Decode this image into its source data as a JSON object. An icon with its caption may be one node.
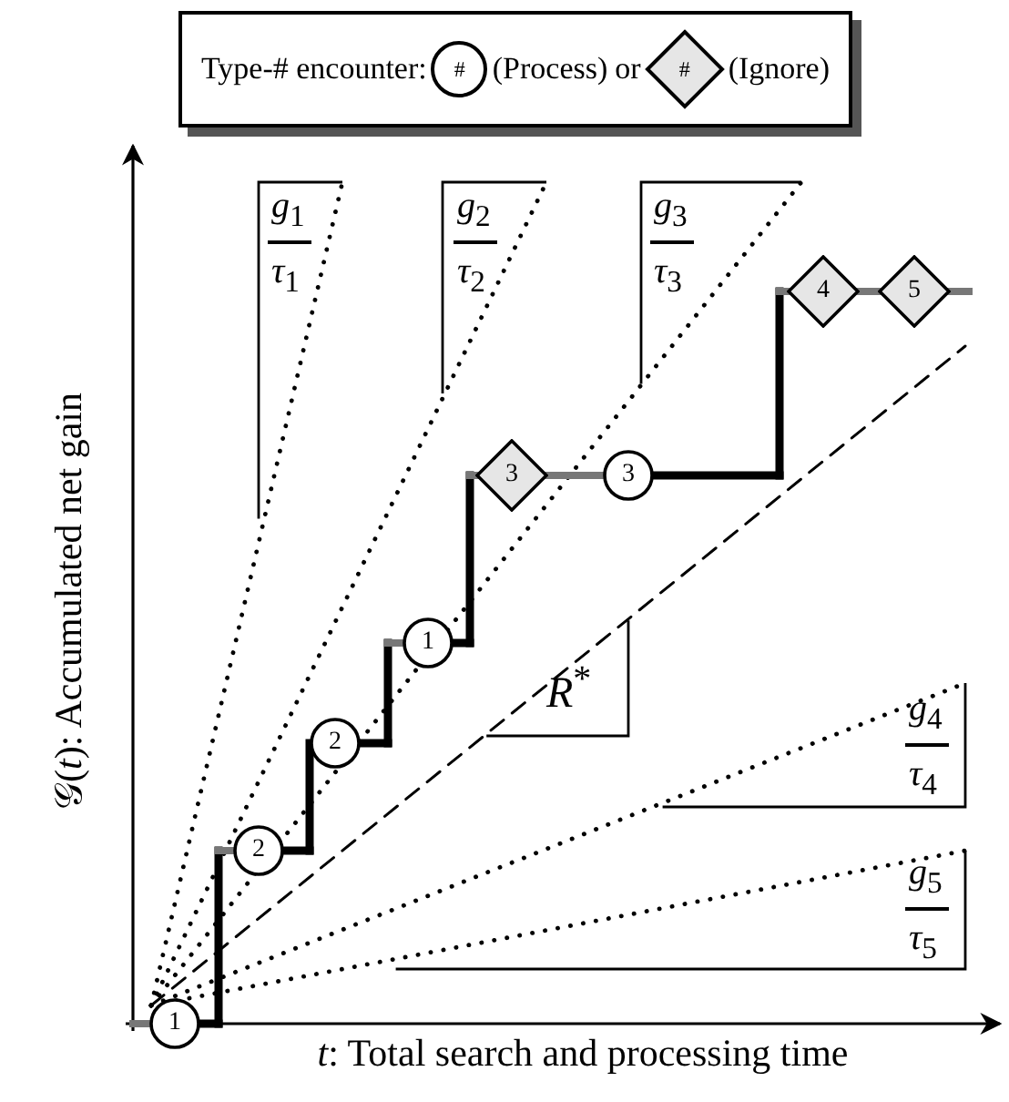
{
  "diagram": {
    "nodes": [
      {
        "text": [
          "1"
        ]
      },
      {
        "text": [
          "2"
        ]
      },
      {
        "text": [
          "2"
        ]
      },
      {
        "text": [
          "1"
        ]
      },
      {
        "text": [
          "3"
        ]
      },
      {
        "text": [
          "3"
        ]
      },
      {
        "text": [
          "4"
        ]
      },
      {
        "text": [
          "5"
        ]
      }
    ],
    "edges": [
      {
        "from": null,
        "to": 0,
        "arrow": "none",
        "color": "#777777"
      },
      {
        "from": 0,
        "to": 1,
        "arrow": "none"
      },
      {
        "from": 1,
        "to": 2,
        "arrow": "none"
      },
      {
        "from": 2,
        "to": 3,
        "arrow": "none"
      },
      {
        "from": 3,
        "to": 4,
        "arrow": "none"
      },
      {
        "from": 4,
        "to": 5,
        "arrow": "none",
        "color": "#777777"
      },
      {
        "from": 5,
        "to": 6,
        "arrow": "none"
      },
      {
        "from": 6,
        "to": 7,
        "arrow": "none",
        "color": "#777777"
      },
      {
        "from": 7,
        "to": null,
        "arrow": "none",
        "color": "#777777"
      }
    ],
    "labels": [
      "Type-# encounter:",
      "#",
      "or",
      "#",
      "*g*$_{1}$",
      "*τ*$_{1}$",
      "*g*$_{2}$",
      "*τ*$_{2}$",
      "*g*$_{3}$",
      "*τ*$_{3}$",
      "𝒢(*t*): Accumulated net gain",
      "*R*$^{*}$",
      "*g*$_{4}$",
      "*τ*$_{4}$",
      "*g*$_{5}$",
      "*τ*$_{5}$",
      "*t*: Total search and processing time"
    ],
    "legend": [
      {
        "text": "(Process)"
      },
      {
        "text": "(Ignore)"
      }
    ]
  }
}
